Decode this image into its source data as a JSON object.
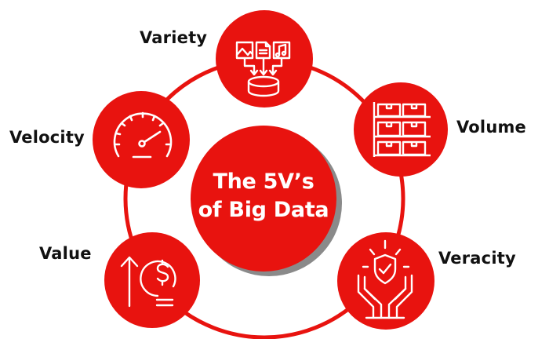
{
  "diagram": {
    "title_line1": "The 5V’s",
    "title_line2": "of Big Data",
    "colors": {
      "primary_red": "#E8130F",
      "shadow_gray": "#8A8A8A",
      "icon_stroke": "#FFFFFF",
      "label_text": "#111111",
      "background": "#FFFFFF"
    },
    "nodes": [
      {
        "id": "variety",
        "label": "Variety",
        "icon": "data-sources-to-database-icon"
      },
      {
        "id": "volume",
        "label": "Volume",
        "icon": "warehouse-shelves-boxes-icon"
      },
      {
        "id": "veracity",
        "label": "Veracity",
        "icon": "hands-holding-shield-check-icon"
      },
      {
        "id": "value",
        "label": "Value",
        "icon": "arrow-up-dollar-coin-icon"
      },
      {
        "id": "velocity",
        "label": "Velocity",
        "icon": "speedometer-icon"
      }
    ]
  }
}
